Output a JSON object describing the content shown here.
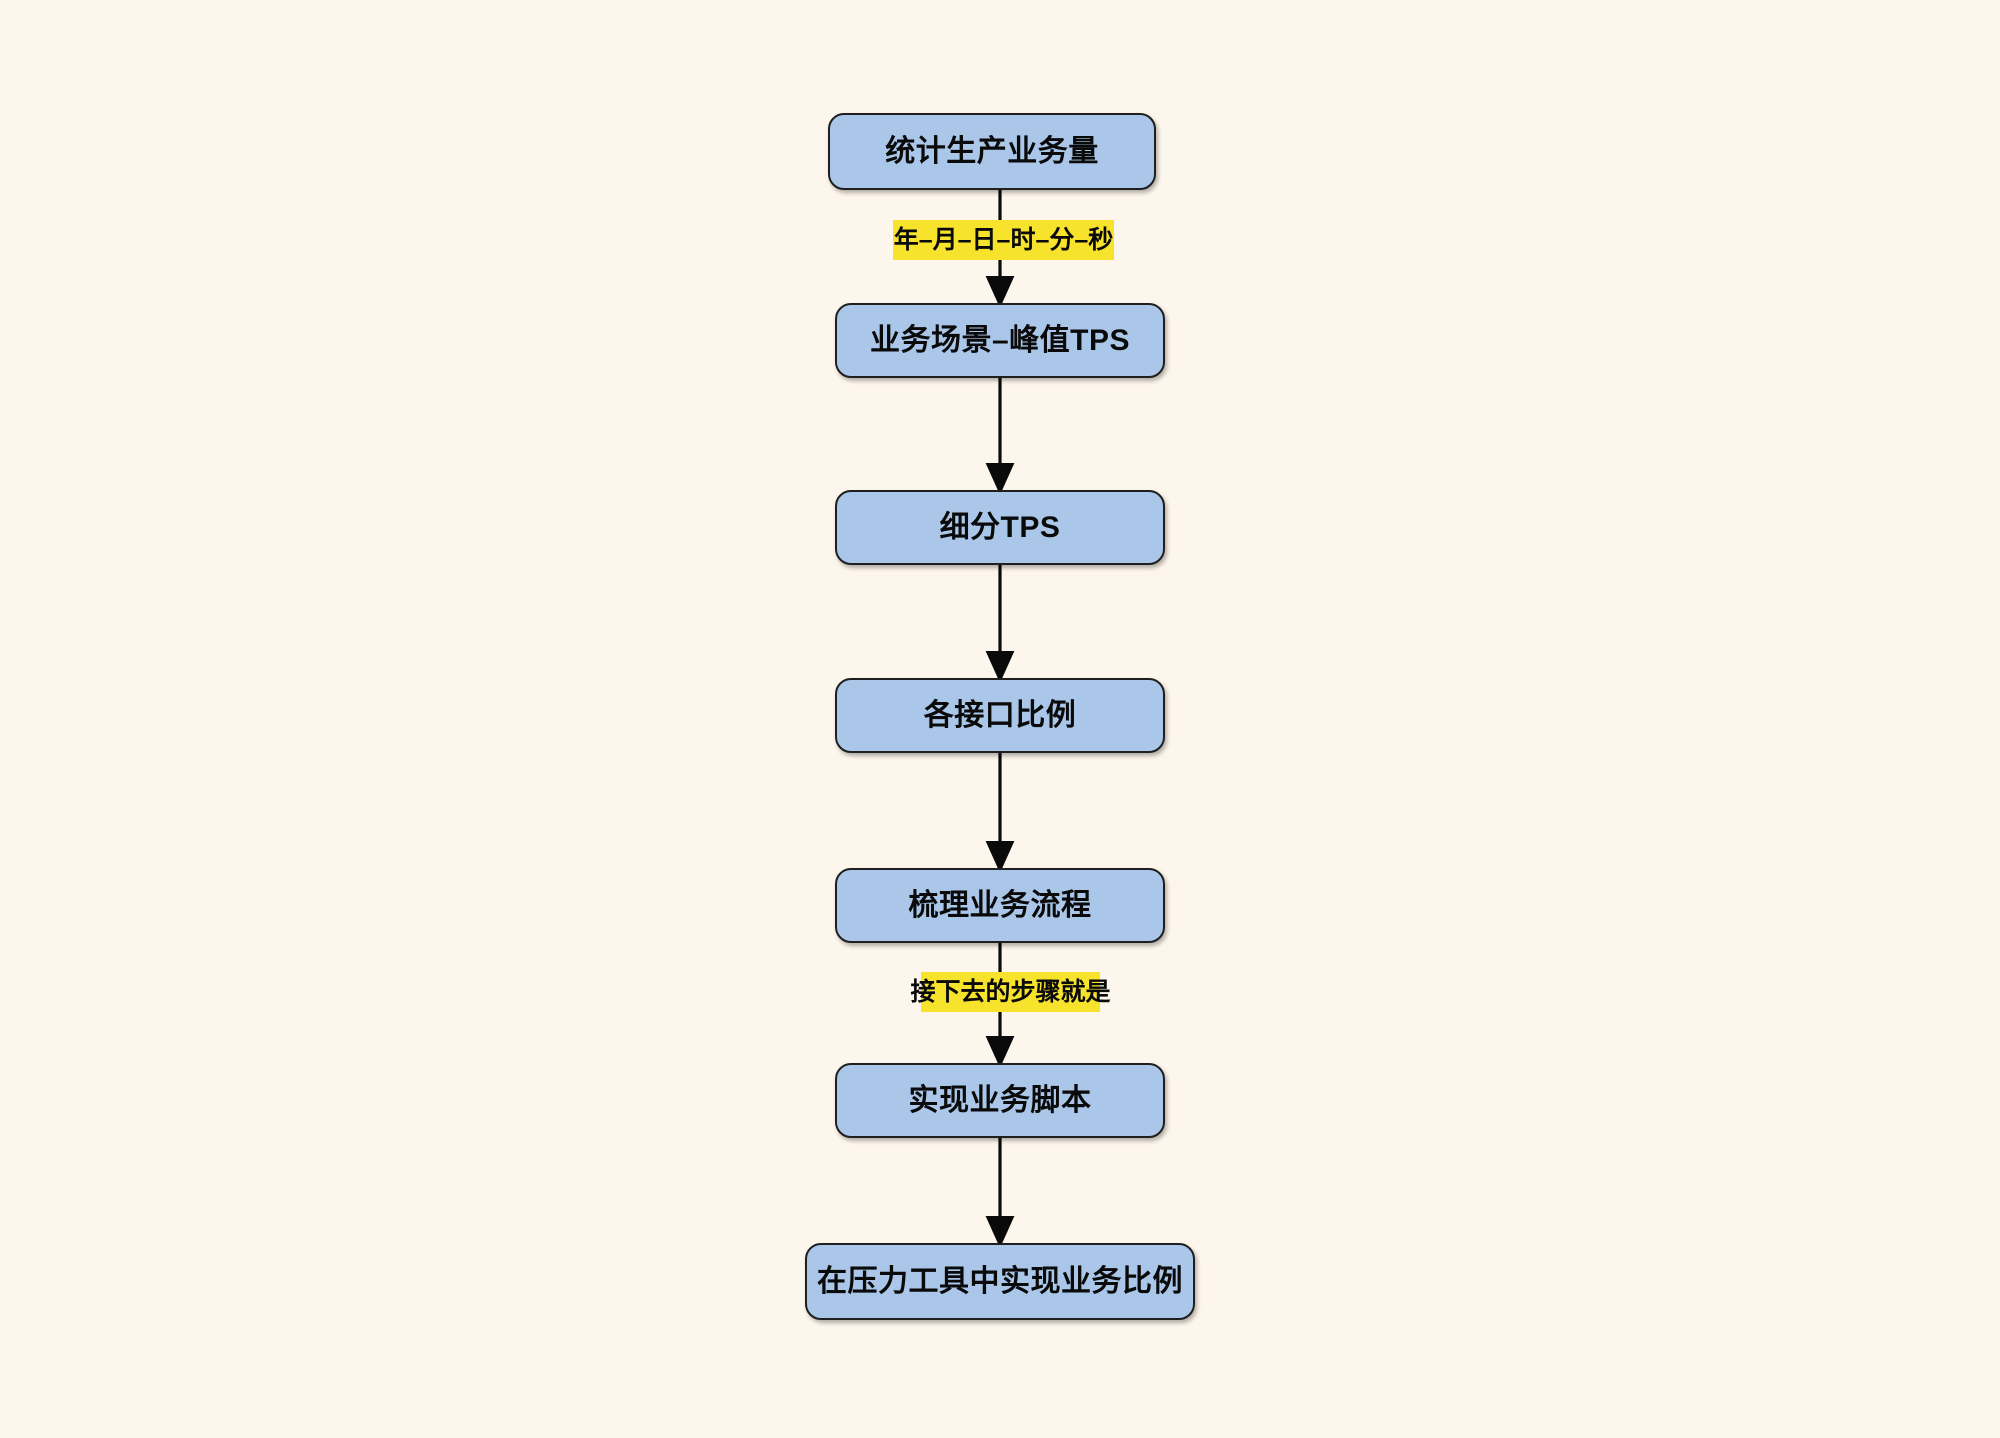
{
  "diagram": {
    "title": "performance-test-flow",
    "background_color": "#fdf6ec",
    "node_fill_color": "#aac7ea",
    "node_stroke_color": "#1f1f1f",
    "edge_color": "#0a0a0a",
    "edge_label_highlight_color": "#f7e22c",
    "orientation": "top-to-bottom",
    "nodes": [
      {
        "id": "n1",
        "label": "统计生产业务量"
      },
      {
        "id": "n2",
        "label": "业务场景–峰值TPS"
      },
      {
        "id": "n3",
        "label": "细分TPS"
      },
      {
        "id": "n4",
        "label": "各接口比例"
      },
      {
        "id": "n5",
        "label": "梳理业务流程"
      },
      {
        "id": "n6",
        "label": "实现业务脚本"
      },
      {
        "id": "n7",
        "label": "在压力工具中实现业务比例"
      }
    ],
    "edges": [
      {
        "from": "n1",
        "to": "n2",
        "label": "年–月–日–时–分–秒"
      },
      {
        "from": "n2",
        "to": "n3",
        "label": ""
      },
      {
        "from": "n3",
        "to": "n4",
        "label": ""
      },
      {
        "from": "n4",
        "to": "n5",
        "label": ""
      },
      {
        "from": "n5",
        "to": "n6",
        "label": "接下去的步骤就是"
      },
      {
        "from": "n6",
        "to": "n7",
        "label": ""
      }
    ],
    "edge_labels": [
      {
        "id": "e1label",
        "text": "年–月–日–时–分–秒"
      },
      {
        "id": "e5label",
        "text": "接下去的步骤就是"
      }
    ]
  }
}
